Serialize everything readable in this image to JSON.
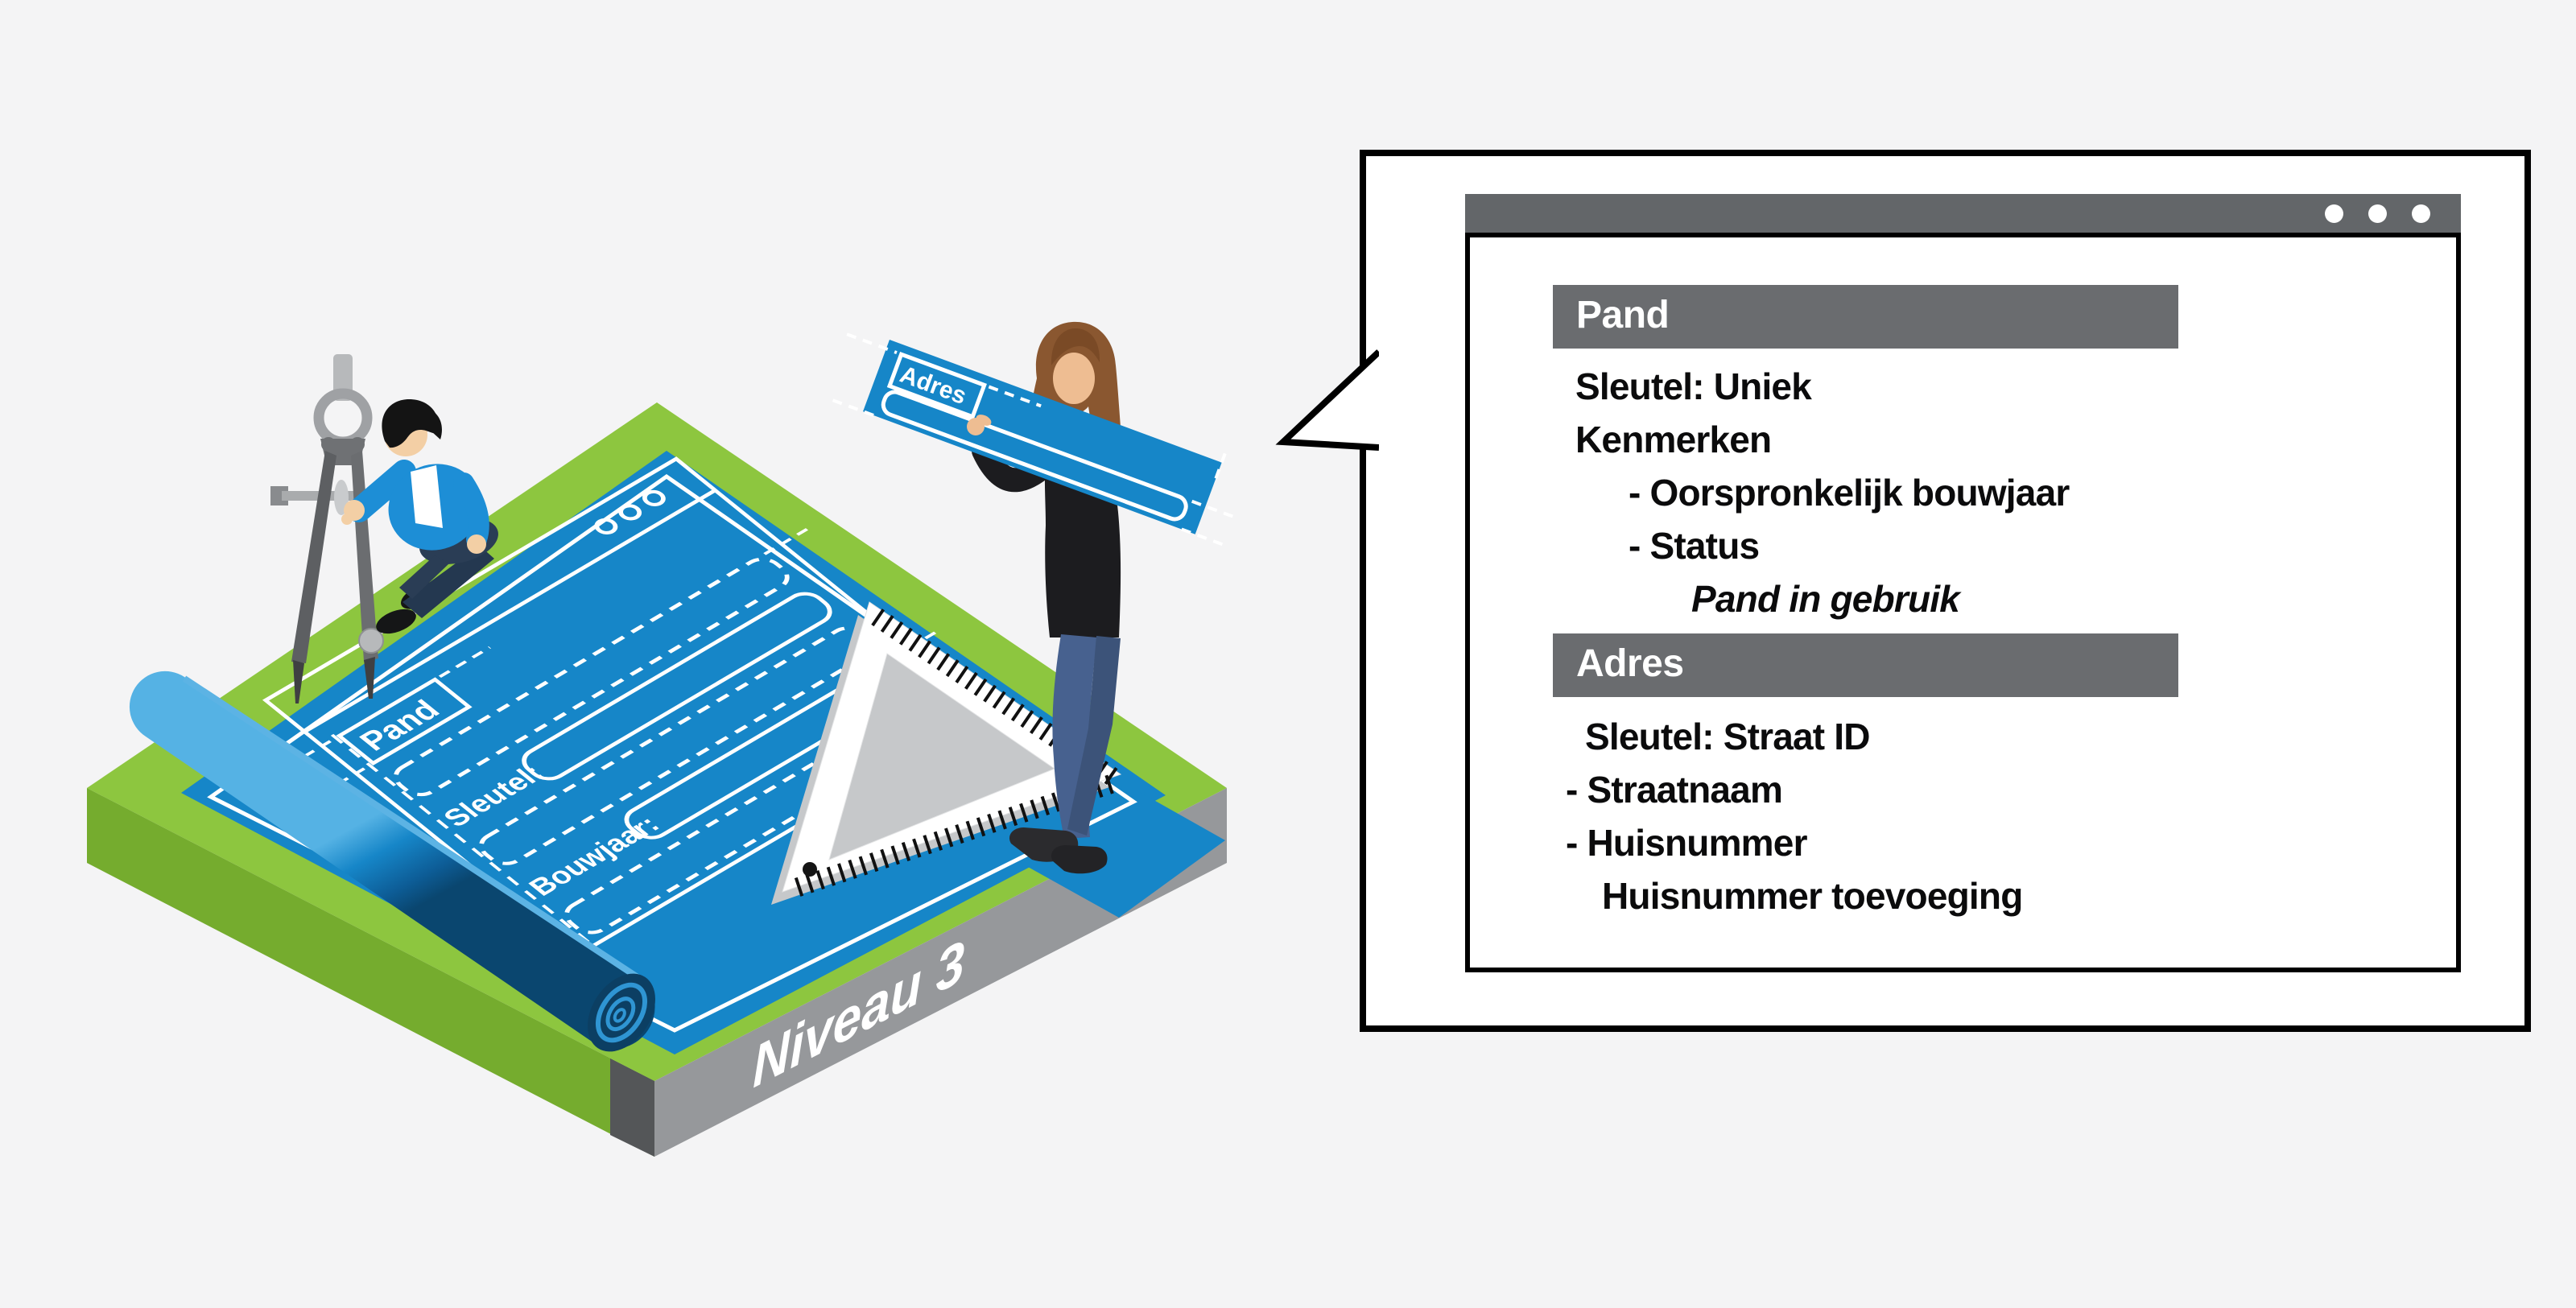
{
  "scene": {
    "level_label": "Niveau 3",
    "blueprint": {
      "window_label": "Pand",
      "field1_label": "Sleutel:",
      "field2_label": "Bouwjaar:"
    },
    "plank": {
      "label": "Adres"
    }
  },
  "bubble": {
    "window": {
      "dots": 3,
      "sections": [
        {
          "title": "Pand",
          "lines": [
            {
              "text": "Sleutel: Uniek"
            },
            {
              "text": "Kenmerken"
            },
            {
              "text": "- Oorspronkelijk bouwjaar"
            },
            {
              "text": "- Status"
            },
            {
              "text": "Pand in gebruik"
            }
          ]
        },
        {
          "title": "Adres",
          "lines": [
            {
              "text": "Sleutel: Straat ID"
            },
            {
              "text": "- Straatnaam"
            },
            {
              "text": "- Huisnummer"
            },
            {
              "text": "Huisnummer toevoeging"
            }
          ]
        }
      ]
    }
  },
  "colors": {
    "background": "#f4f4f5",
    "blueprint_blue": "#1686c8",
    "roll_dark_blue": "#0c3f63",
    "green_top": "#8dc63f",
    "green_side": "#75ac2e",
    "gray_side": "#96989b",
    "gray_dark_edge": "#545658",
    "titlebar_gray": "#636669",
    "header_gray": "#6a6c6f",
    "jacket_blue": "#1d8ed6",
    "jeans_blue": "#47618f",
    "skin": "#f3cfa5",
    "hair_brown": "#8a5730"
  }
}
